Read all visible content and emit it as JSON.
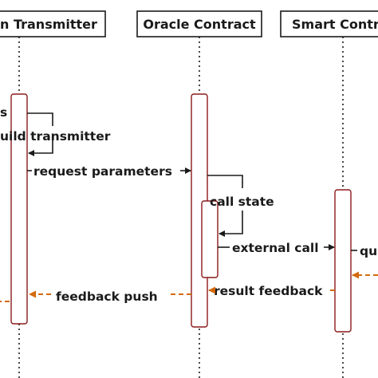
{
  "participants": [
    {
      "label": "n Transmitter"
    },
    {
      "label": "Oracle Contract"
    },
    {
      "label": "Smart Contr"
    }
  ],
  "messages": [
    {
      "label": "s"
    },
    {
      "label": "uild transmitter"
    },
    {
      "label": "request parameters"
    },
    {
      "label": "call state"
    },
    {
      "label": "external call"
    },
    {
      "label": "qu"
    },
    {
      "label": "result feedback"
    },
    {
      "label": "feedback push"
    }
  ],
  "colors": {
    "line": "#1a1a1a",
    "activation_border": "#8b1a1a",
    "feedback_arrow": "#d46a0a"
  }
}
